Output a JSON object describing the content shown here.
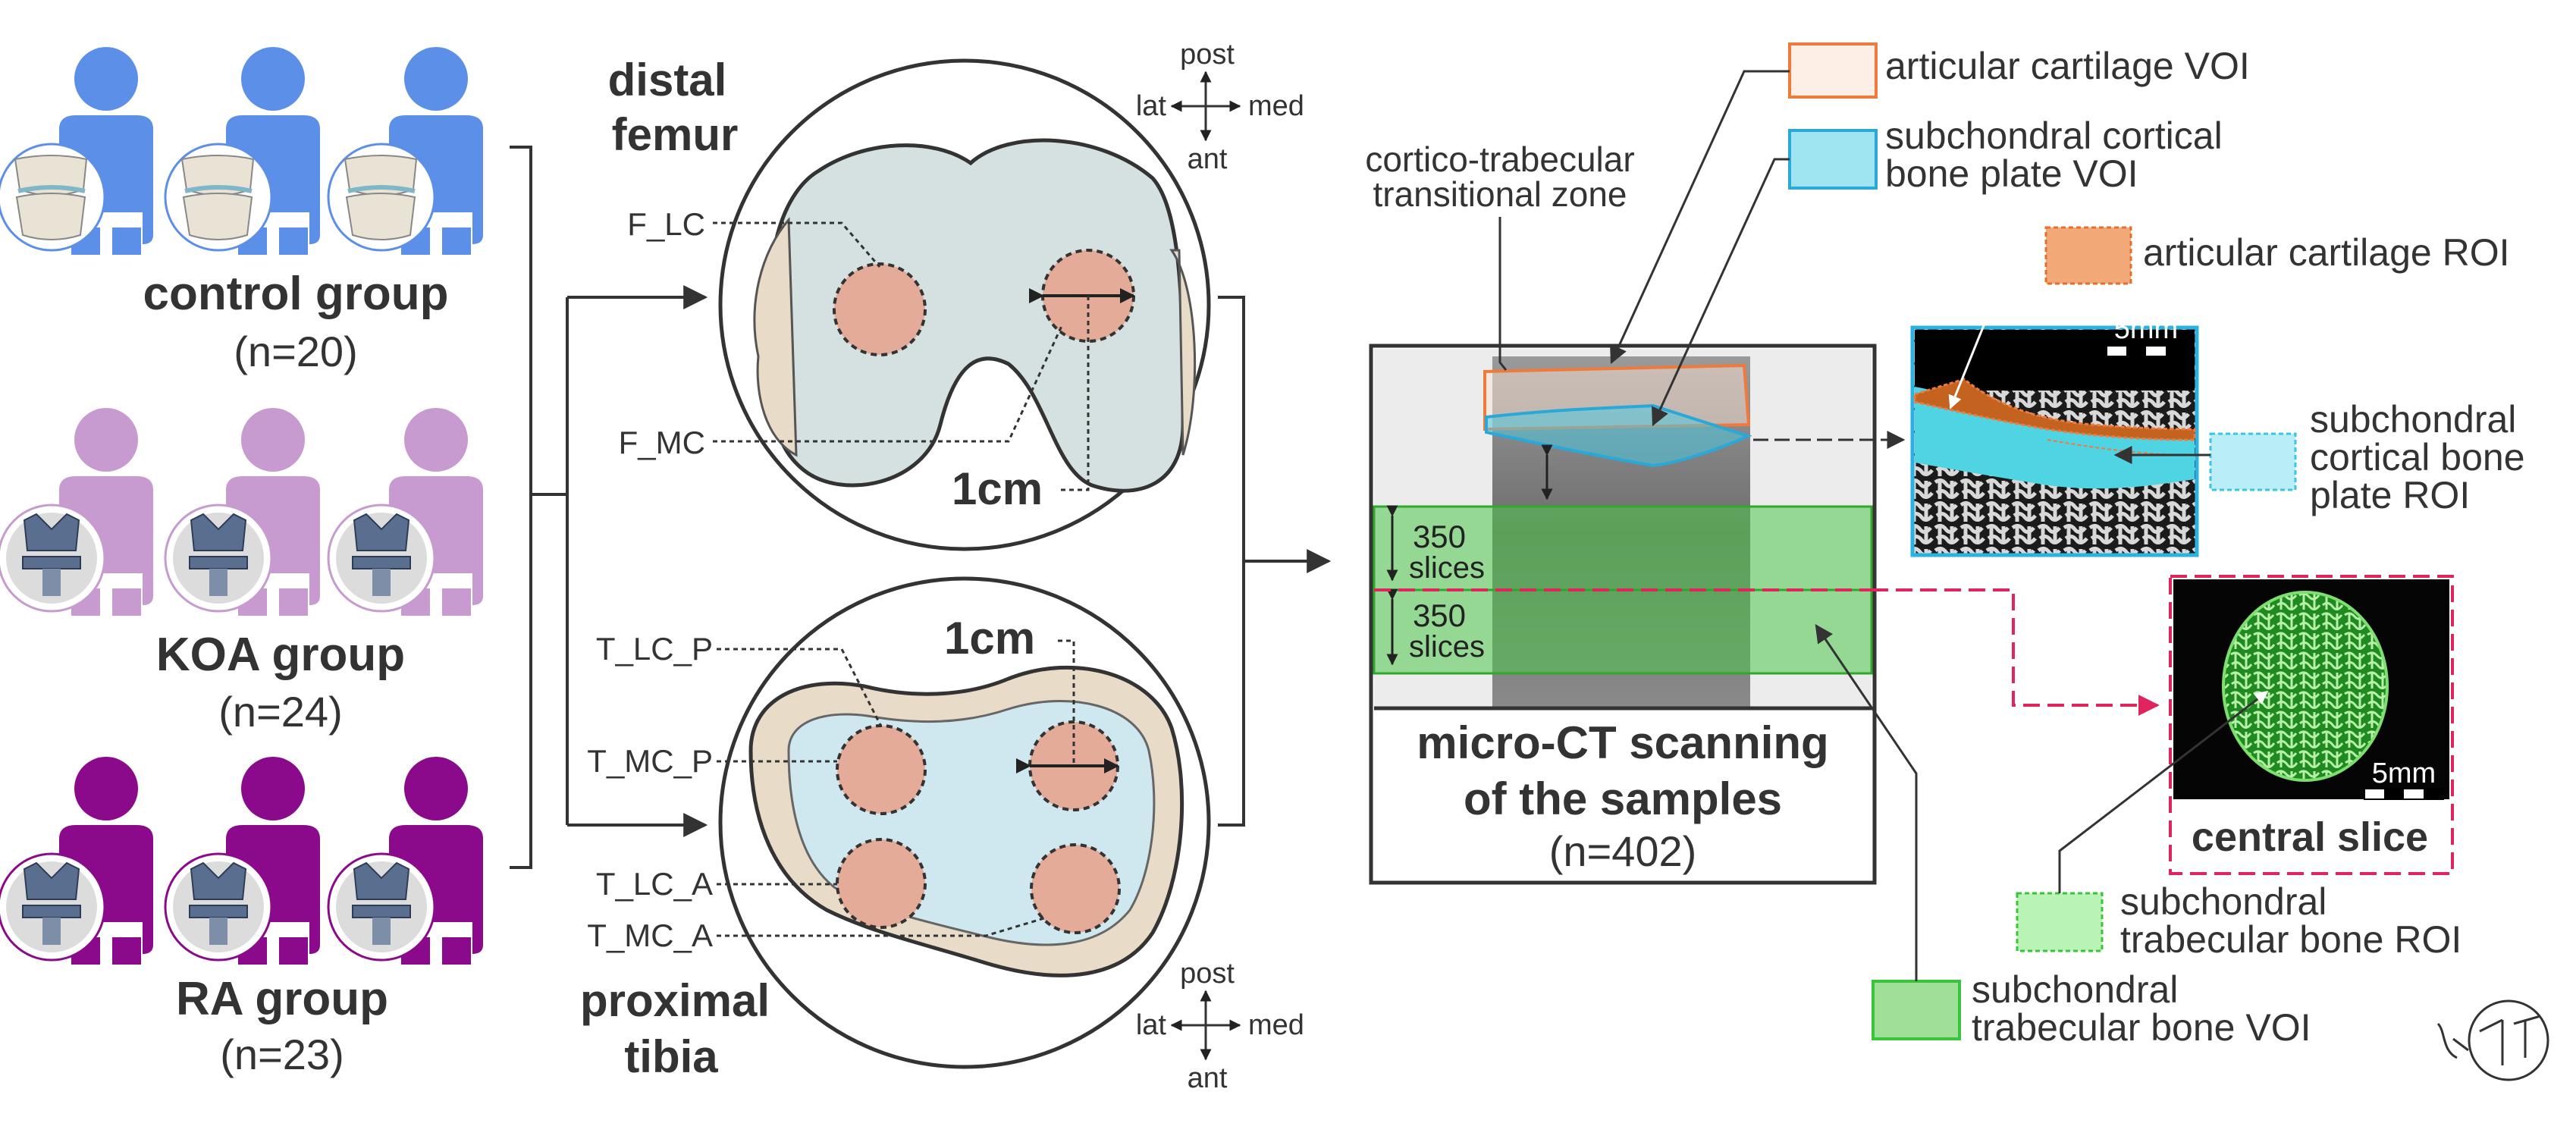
{
  "groups": [
    {
      "name": "control group",
      "n": "(n=20)",
      "color": "#5b8fe8"
    },
    {
      "name": "KOA group",
      "n": "(n=24)",
      "color": "#c79ad0"
    },
    {
      "name": "RA group",
      "n": "(n=23)",
      "color": "#8b0a8b"
    }
  ],
  "femur": {
    "title_line1": "distal",
    "title_line2": "femur",
    "label_lc": "F_LC",
    "label_mc": "F_MC",
    "scale": "1cm"
  },
  "tibia": {
    "title_line1": "proximal",
    "title_line2": "tibia",
    "label_lc_p": "T_LC_P",
    "label_mc_p": "T_MC_P",
    "label_lc_a": "T_LC_A",
    "label_mc_a": "T_MC_A",
    "scale": "1cm"
  },
  "compass": {
    "post": "post",
    "ant": "ant",
    "lat": "lat",
    "med": "med"
  },
  "scan": {
    "transition_line1": "cortico-trabecular",
    "transition_line2": "transitional zone",
    "slices_num": "350",
    "slices_word": "slices",
    "caption_line1": "micro-CT scanning",
    "caption_line2": "of the samples",
    "caption_n": "(n=402)"
  },
  "legend": {
    "cart_voi": "articular cartilage VOI",
    "cort_voi_line1": "subchondral  cortical",
    "cort_voi_line2": "bone plate VOI",
    "cart_roi": "articular cartilage ROI",
    "cort_roi_line1": "subchondral",
    "cort_roi_line2": "cortical bone",
    "cort_roi_line3": "plate ROI",
    "trab_roi_line1": "subchondral",
    "trab_roi_line2": "trabecular bone ROI",
    "trab_voi_line1": "subchondral",
    "trab_voi_line2": "trabecular bone VOI"
  },
  "insets": {
    "scalebar": "5mm",
    "central_slice": "central slice"
  },
  "colors": {
    "cartilage": "#f07a3c",
    "cortical": "#39c6e6",
    "trabecular": "#39c43c",
    "central_slice_border": "#e0245e"
  }
}
